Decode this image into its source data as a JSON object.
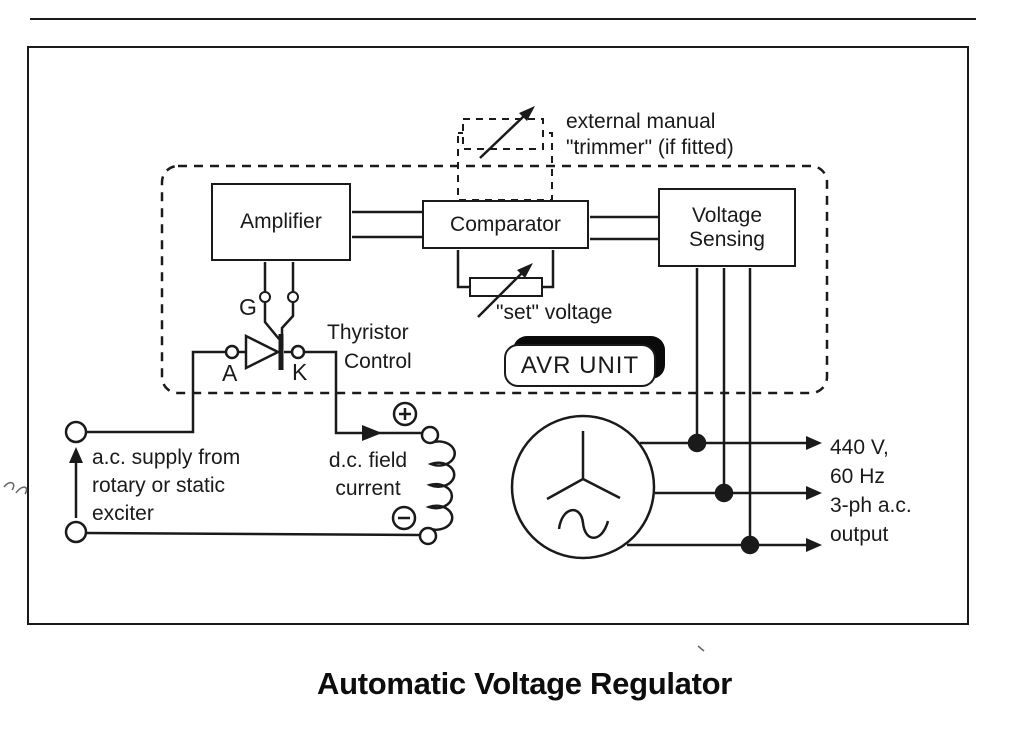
{
  "title": "Automatic Voltage Regulator",
  "colors": {
    "ink": "#1a1a1a",
    "paper": "#ffffff"
  },
  "boxes": {
    "amplifier": "Amplifier",
    "comparator": "Comparator",
    "voltage_sensing": "Voltage Sensing",
    "avr_unit": "AVR UNIT"
  },
  "labels": {
    "trimmer": {
      "line1": "external manual",
      "line2": "\"trimmer\" (if fitted)"
    },
    "set_voltage": "\"set\" voltage",
    "thyristor": {
      "line1": "Thyristor",
      "line2": "Control"
    },
    "terminals": {
      "gate": "G",
      "anode": "A",
      "cathode": "K"
    },
    "ac_supply": {
      "line1": "a.c. supply from",
      "line2": "rotary or static",
      "line3": "exciter"
    },
    "dc_field": {
      "line1": "d.c. field",
      "line2": "current"
    },
    "output": {
      "line1": "440 V,",
      "line2": "60 Hz",
      "line3": "3-ph a.c.",
      "line4": "output"
    }
  },
  "icons": {
    "positive_terminal": "plus-in-circle",
    "negative_terminal": "minus-in-circle",
    "generator_symbol": "three-phase-star-and-sine",
    "trimmer_symbol": "dashed-variable-resistor-arrow",
    "set_symbol": "variable-resistor-arrow",
    "thyristor_symbol": "scr-triangle-and-bar"
  }
}
